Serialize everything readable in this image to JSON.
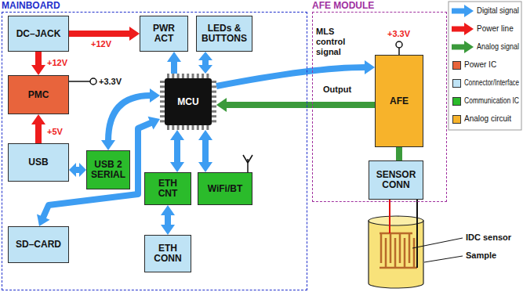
{
  "diagram": {
    "nodes": [
      {
        "text": [
          "MAINBOARD"
        ]
      },
      {
        "text": [
          "DC–JACK"
        ],
        "in": 0
      },
      {
        "text": [
          "PWR ACT"
        ],
        "in": 0
      },
      {
        "text": [
          "LEDs & BUTTONS"
        ],
        "in": 0
      },
      {
        "text": [
          "PMC"
        ],
        "in": 0
      },
      {
        "text": [
          "MCU"
        ],
        "in": 0
      },
      {
        "text": [
          "USB"
        ],
        "in": 0
      },
      {
        "text": [
          "USB 2 SERIAL"
        ],
        "in": 0
      },
      {
        "text": [
          "ETH CNT"
        ],
        "in": 0
      },
      {
        "text": [
          "WiFi/BT"
        ],
        "in": 0
      },
      {
        "text": [
          "SD–CARD"
        ],
        "in": 0
      },
      {
        "text": [
          "ETH CONN"
        ],
        "in": 0
      },
      {
        "text": [
          "AFE MODULE"
        ]
      },
      {
        "text": [
          "AFE"
        ],
        "in": 12
      },
      {
        "text": [
          "SENSOR CONN"
        ],
        "in": 12
      }
    ],
    "edges": [
      {
        "from": 1,
        "to": 2,
        "label": "+12V",
        "arrow": "to"
      },
      {
        "from": 1,
        "to": 4,
        "label": "+12V",
        "arrow": "to"
      },
      {
        "from": 6,
        "to": 4,
        "label": "+5V",
        "arrow": "to"
      },
      {
        "from": 5,
        "to": 2,
        "arrow": "to"
      },
      {
        "from": 3,
        "to": 5,
        "arrow": "both"
      },
      {
        "from": 5,
        "to": 7,
        "arrow": "both"
      },
      {
        "from": 6,
        "to": 7,
        "arrow": "both"
      },
      {
        "from": 5,
        "to": 10,
        "arrow": "both"
      },
      {
        "from": 5,
        "to": 8,
        "arrow": "both"
      },
      {
        "from": 5,
        "to": 9,
        "arrow": "both"
      },
      {
        "from": 8,
        "to": 11,
        "arrow": "both"
      },
      {
        "from": 5,
        "to": 13,
        "label": "MLS control signal",
        "arrow": "to"
      },
      {
        "from": 13,
        "to": 5,
        "label": "Output",
        "arrow": "to"
      },
      {
        "from": 13,
        "to": 14,
        "arrow": "none"
      }
    ],
    "labels": [
      "+3.3V",
      "+3.3V",
      "IDC sensor",
      "Sample"
    ],
    "legend": [
      {
        "text": "Digital signal"
      },
      {
        "text": "Power line"
      },
      {
        "text": "Analog signal"
      },
      {
        "text": "Power IC",
        "color": "#e8643c"
      },
      {
        "text": "Connector/Interface",
        "color": "#bfe3f5"
      },
      {
        "text": "Communication IC",
        "color": "#2bbb2b"
      },
      {
        "text": "Analog circuit",
        "color": "#f7b32b"
      }
    ]
  }
}
